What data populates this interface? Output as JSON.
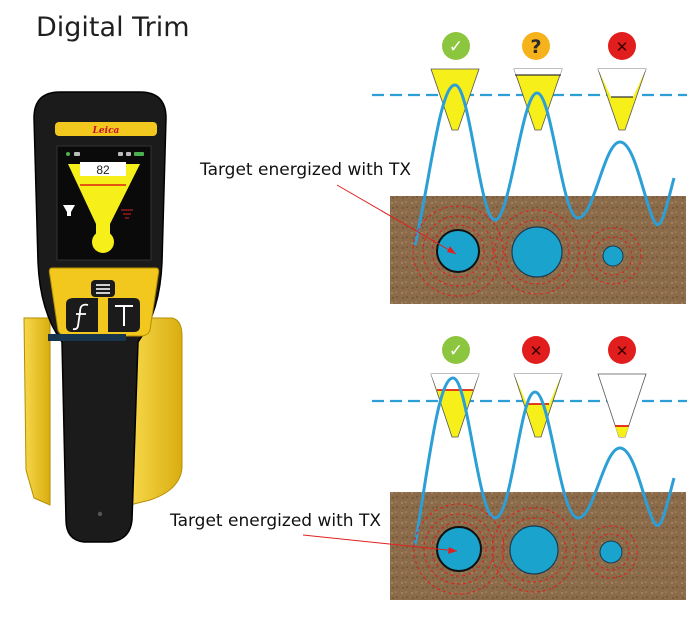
{
  "title": "Digital Trim",
  "device": {
    "brand_logo": "Leica",
    "screen_reading": "82",
    "menu_icon": "menu-icon",
    "left_key_icon": "function-f-icon",
    "right_key_icon": "trim-t-icon"
  },
  "panels": [
    {
      "callout": "Target energized with TX",
      "indicators": [
        {
          "status": "pass",
          "symbol": "✓",
          "color": "#8cc63f",
          "fill_level": 0.0
        },
        {
          "status": "uncertain",
          "symbol": "?",
          "color": "#f5b21a",
          "fill_level": 0.12
        },
        {
          "status": "fail",
          "symbol": "✕",
          "color": "#e11d1d",
          "fill_level": 0.55
        }
      ]
    },
    {
      "callout": "Target energized with TX",
      "indicators": [
        {
          "status": "pass",
          "symbol": "✓",
          "color": "#8cc63f",
          "fill_level": 0.3
        },
        {
          "status": "fail",
          "symbol": "✕",
          "color": "#e11d1d",
          "fill_level": 0.55
        },
        {
          "status": "fail",
          "symbol": "✕",
          "color": "#e11d1d",
          "fill_level": 0.82
        }
      ]
    }
  ],
  "colors": {
    "wave": "#2b9fd6",
    "threshold": "#2b9fd6",
    "ground": "#8b6b4a",
    "target": "#1aa3cc",
    "field": "#e02020",
    "device_yellow": "#f2c81e",
    "device_body": "#1b1b1b"
  }
}
